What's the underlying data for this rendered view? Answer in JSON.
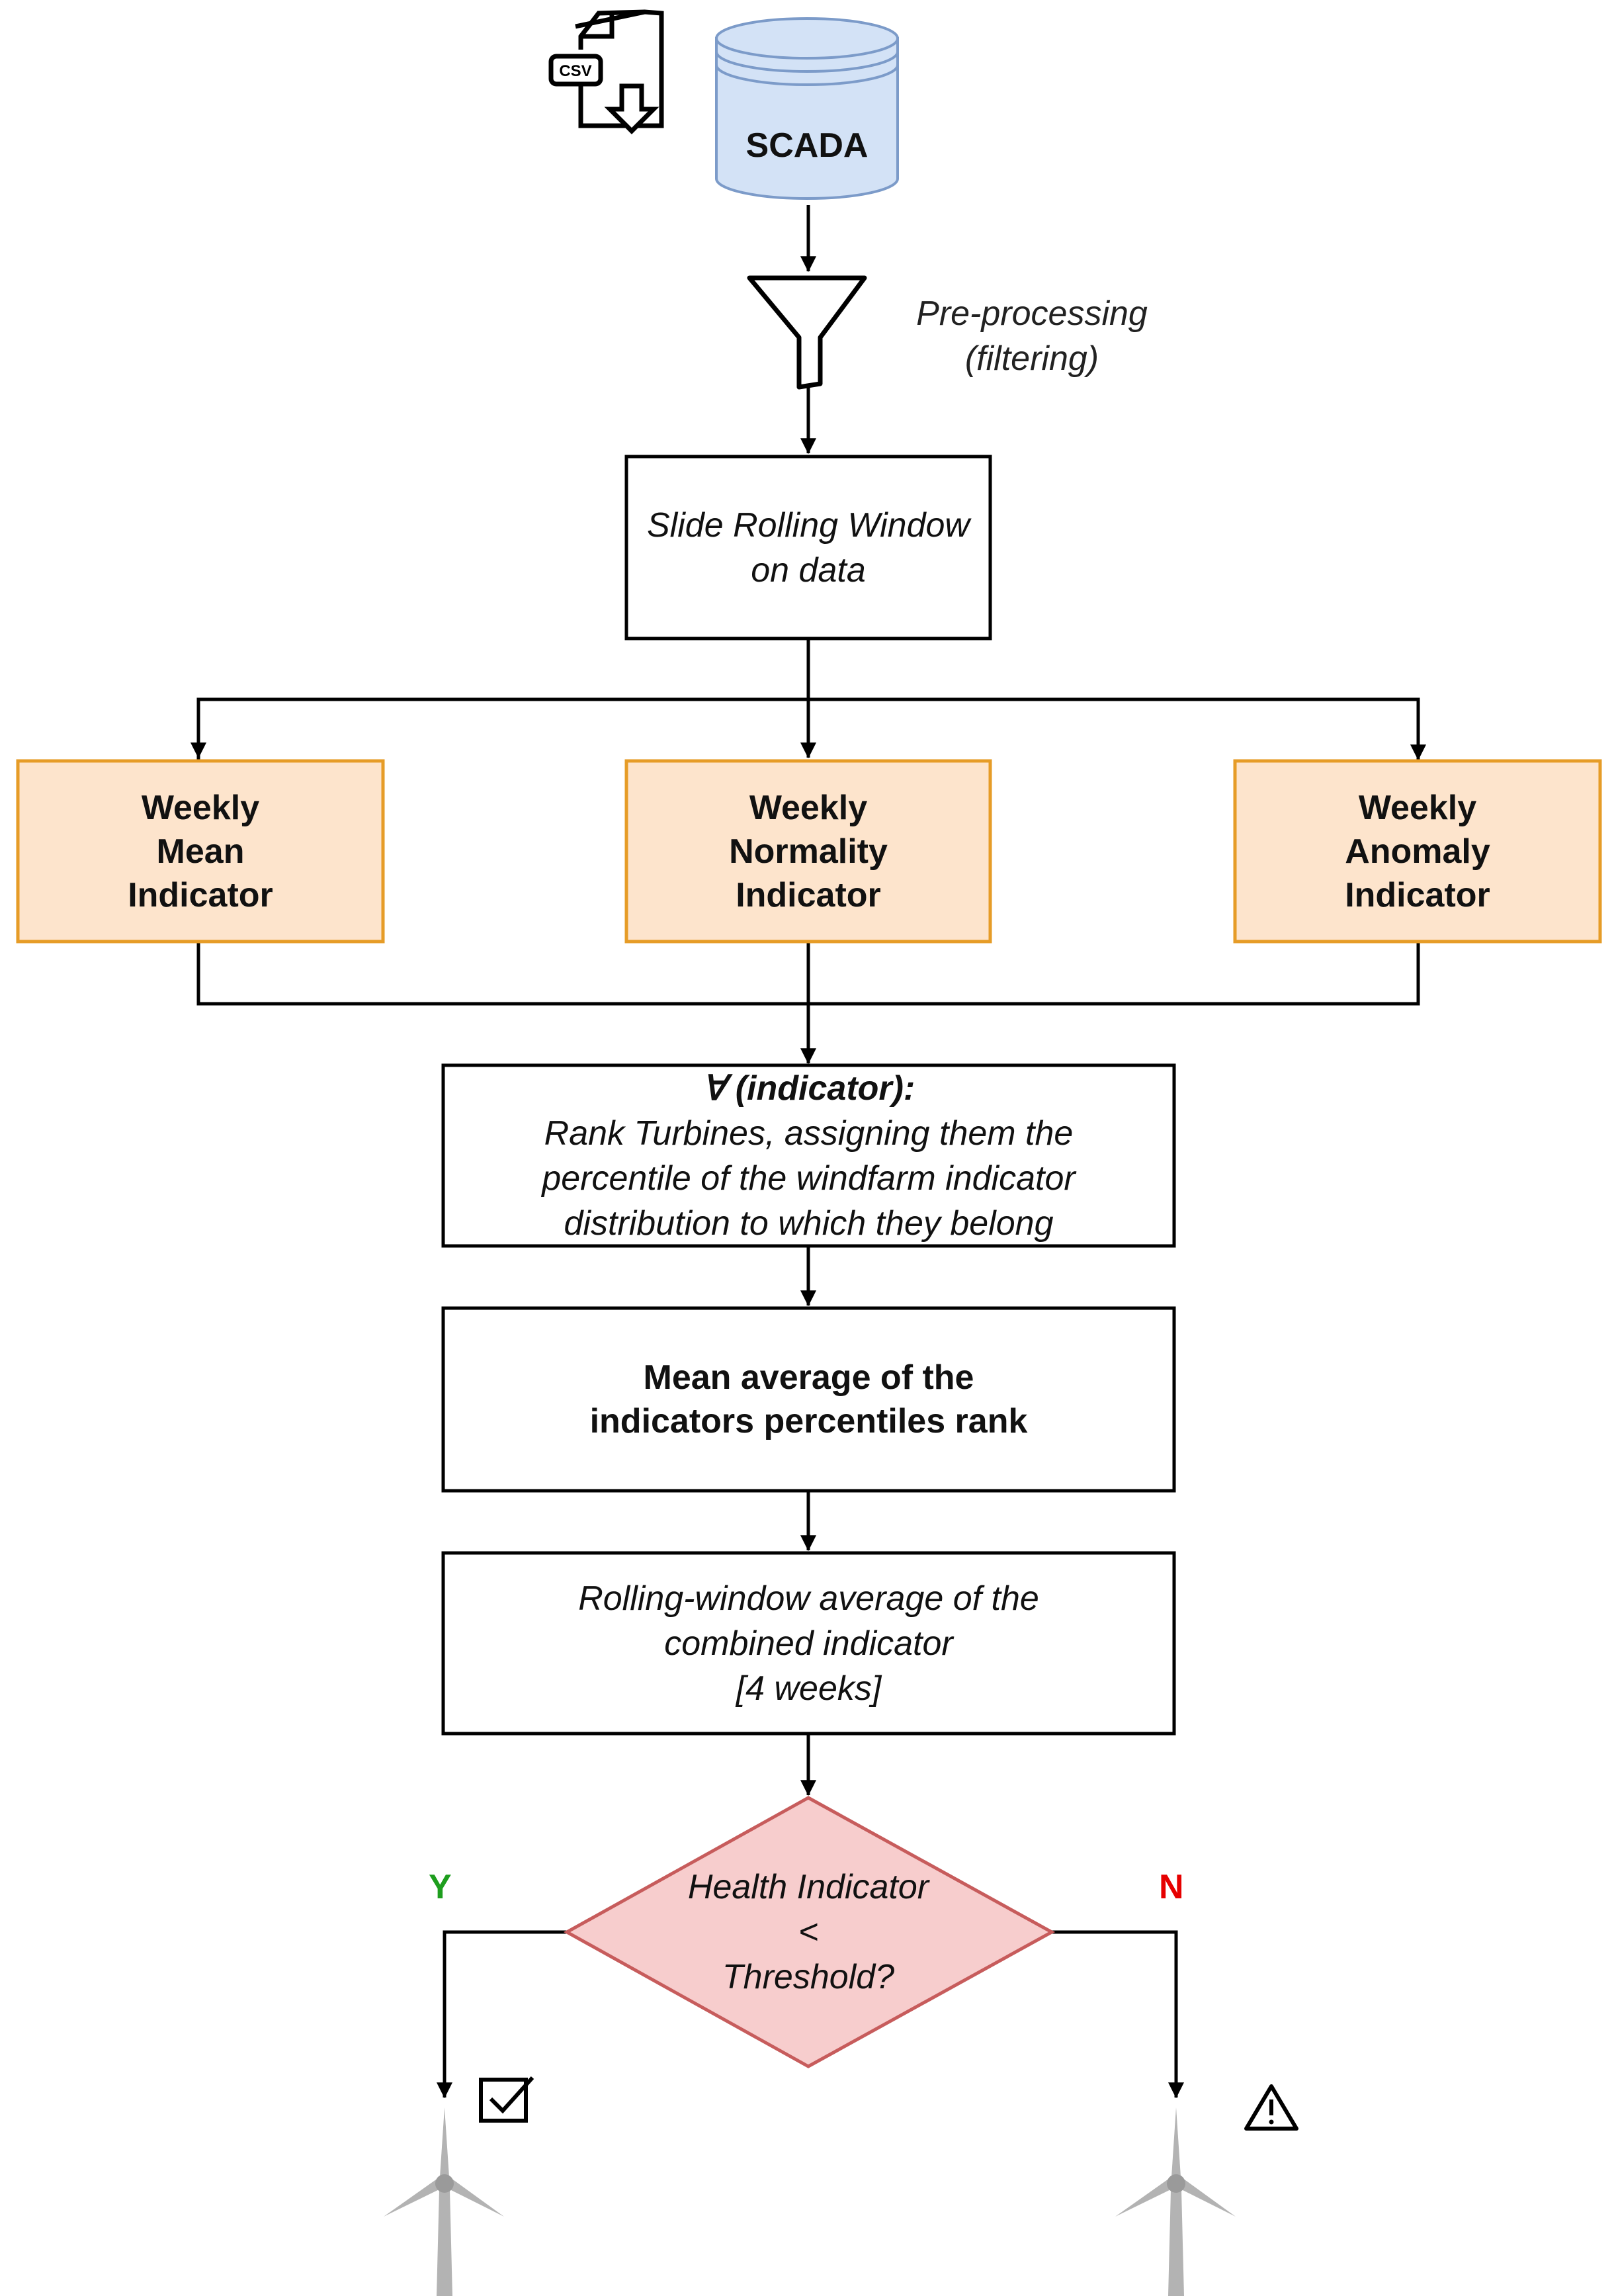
{
  "source": {
    "database_label": "SCADA",
    "file_badge": "CSV",
    "file_icon": "csv-download-icon",
    "database_icon": "database-icon"
  },
  "preprocessing": {
    "icon": "funnel-icon",
    "label_line1": "Pre-processing",
    "label_line2": "(filtering)"
  },
  "rolling_window": {
    "line1": "Slide Rolling Window",
    "line2": "on data"
  },
  "indicators": [
    {
      "line1": "Weekly",
      "line2": "Mean",
      "line3": "Indicator"
    },
    {
      "line1": "Weekly",
      "line2": "Normality",
      "line3": "Indicator"
    },
    {
      "line1": "Weekly",
      "line2": "Anomaly",
      "line3": "Indicator"
    }
  ],
  "rank": {
    "heading": "∀ (indicator):",
    "line1": "Rank Turbines, assigning them the",
    "line2": "percentile of the windfarm indicator",
    "line3": "distribution to which they belong"
  },
  "mean": {
    "line1": "Mean average of the",
    "line2": "indicators percentiles rank"
  },
  "combined": {
    "line1": "Rolling-window average of the",
    "line2": "combined indicator",
    "line3": "[4 weeks]"
  },
  "decision": {
    "line1": "Health Indicator",
    "line2": "<",
    "line3": "Threshold?"
  },
  "branches": {
    "yes": "Y",
    "no": "N",
    "yes_color": "#1e9e1e",
    "no_color": "#e60000"
  },
  "outcomes": {
    "yes_icon": "checkbox-check-icon",
    "no_icon": "warning-triangle-icon",
    "turbine_icon": "wind-turbine-icon"
  },
  "colors": {
    "indicator_fill": "#fde4cc",
    "indicator_stroke": "#e69c27",
    "decision_fill": "#f7cdcd",
    "decision_stroke": "#c75c5c",
    "database_fill": "#d3e2f6",
    "database_stroke": "#7c9bc9"
  }
}
